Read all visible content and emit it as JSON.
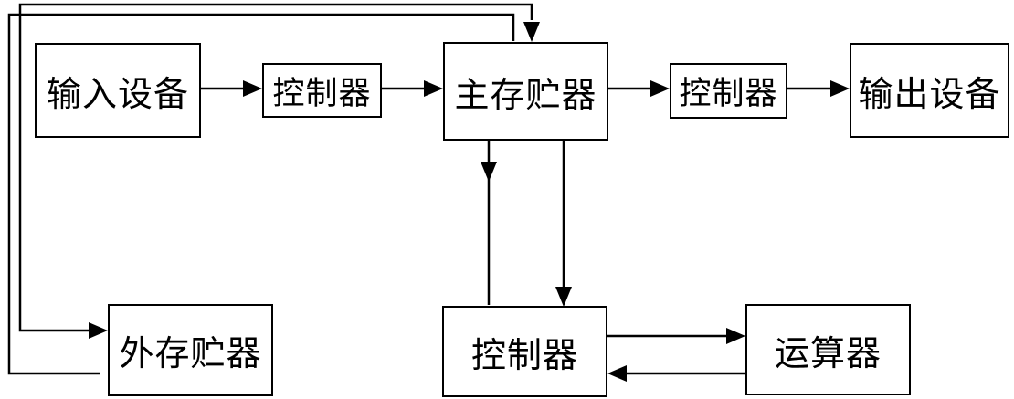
{
  "diagram": {
    "nodes": {
      "input_device": "输入设备",
      "input_controller": "控制器",
      "main_memory": "主存贮器",
      "output_controller": "控制器",
      "output_device": "输出设备",
      "external_memory": "外存贮器",
      "arith_controller": "控制器",
      "alu": "运算器"
    },
    "colors": {
      "line": "#000000",
      "box_fill": "#ffffff",
      "text": "#000000"
    }
  }
}
